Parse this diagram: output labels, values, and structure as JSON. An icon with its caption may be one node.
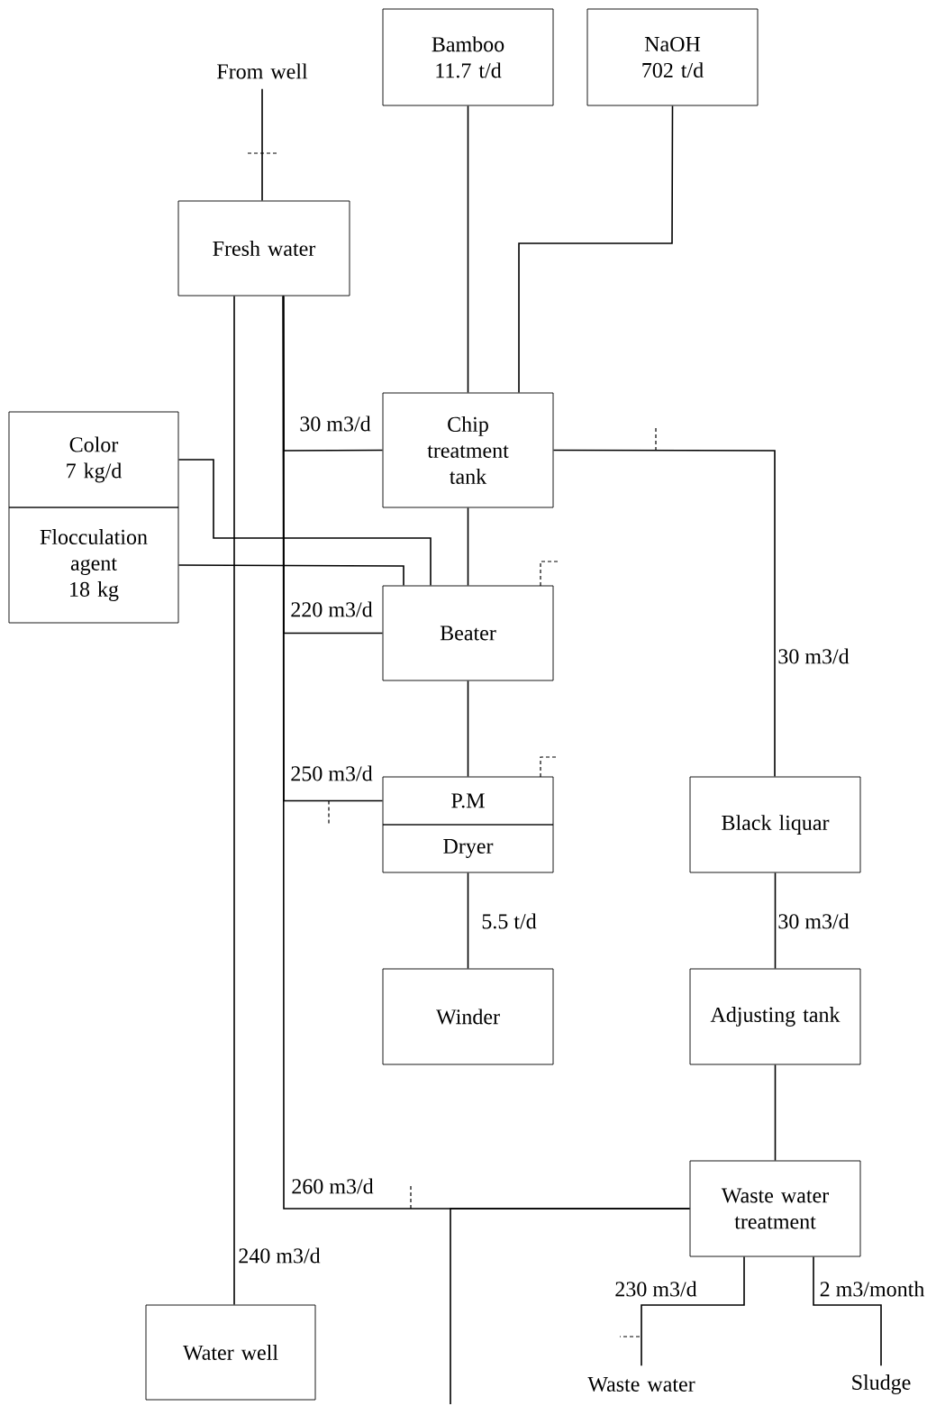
{
  "diagram": {
    "nodes": [
      {
        "text": [
          "From well"
        ]
      },
      {
        "text": [
          "Bamboo",
          "11.7 t/d"
        ]
      },
      {
        "text": [
          "NaOH",
          "702 t/d"
        ]
      },
      {
        "text": [
          "Fresh water"
        ]
      },
      {
        "text": [
          "Chip treatment tank"
        ]
      },
      {
        "text": [
          "Color",
          "7 kg/d"
        ]
      },
      {
        "text": [
          "Flocculation agent",
          "18 kg"
        ]
      },
      {
        "text": [
          "Beater"
        ]
      },
      {
        "text": [
          "P.M"
        ]
      },
      {
        "text": [
          "Dryer"
        ]
      },
      {
        "text": [
          "Black liquar"
        ]
      },
      {
        "text": [
          "Winder"
        ]
      },
      {
        "text": [
          "Adjusting tank"
        ]
      },
      {
        "text": [
          "Waste water treatment"
        ]
      },
      {
        "text": [
          "Water well"
        ]
      },
      {
        "text": [
          "Waste water"
        ]
      },
      {
        "text": [
          "Sludge"
        ]
      }
    ],
    "edges": [
      {
        "from": 0,
        "to": 3,
        "arrow": "none"
      },
      {
        "from": 1,
        "to": 4,
        "arrow": "none"
      },
      {
        "from": 2,
        "to": 4,
        "arrow": "none"
      },
      {
        "from": 3,
        "to": 4,
        "arrow": "none",
        "label": "30 m3/d"
      },
      {
        "from": 3,
        "to": 7,
        "arrow": "none",
        "label": "220 m3/d"
      },
      {
        "from": 3,
        "to": 8,
        "arrow": "none",
        "label": "250 m3/d"
      },
      {
        "from": 3,
        "to": 13,
        "arrow": "none",
        "label": "260 m3/d"
      },
      {
        "from": 14,
        "to": 3,
        "arrow": "none",
        "label": "240 m3/d"
      },
      {
        "from": 4,
        "to": 7,
        "arrow": "none"
      },
      {
        "from": 5,
        "to": 7,
        "arrow": "none"
      },
      {
        "from": 6,
        "to": 7,
        "arrow": "none"
      },
      {
        "from": 7,
        "to": 8,
        "arrow": "none"
      },
      {
        "from": 9,
        "to": 11,
        "arrow": "none",
        "label": "5.5 t/d"
      },
      {
        "from": 4,
        "to": 10,
        "arrow": "none",
        "label": "30 m3/d"
      },
      {
        "from": 10,
        "to": 12,
        "arrow": "none",
        "label": "30 m3/d"
      },
      {
        "from": 12,
        "to": 13,
        "arrow": "none"
      },
      {
        "from": 13,
        "to": null,
        "arrow": "none"
      },
      {
        "from": 13,
        "to": 15,
        "arrow": "none",
        "label": "230 m3/d"
      },
      {
        "from": 13,
        "to": 16,
        "arrow": "none",
        "label": "2 m3/month"
      }
    ]
  }
}
